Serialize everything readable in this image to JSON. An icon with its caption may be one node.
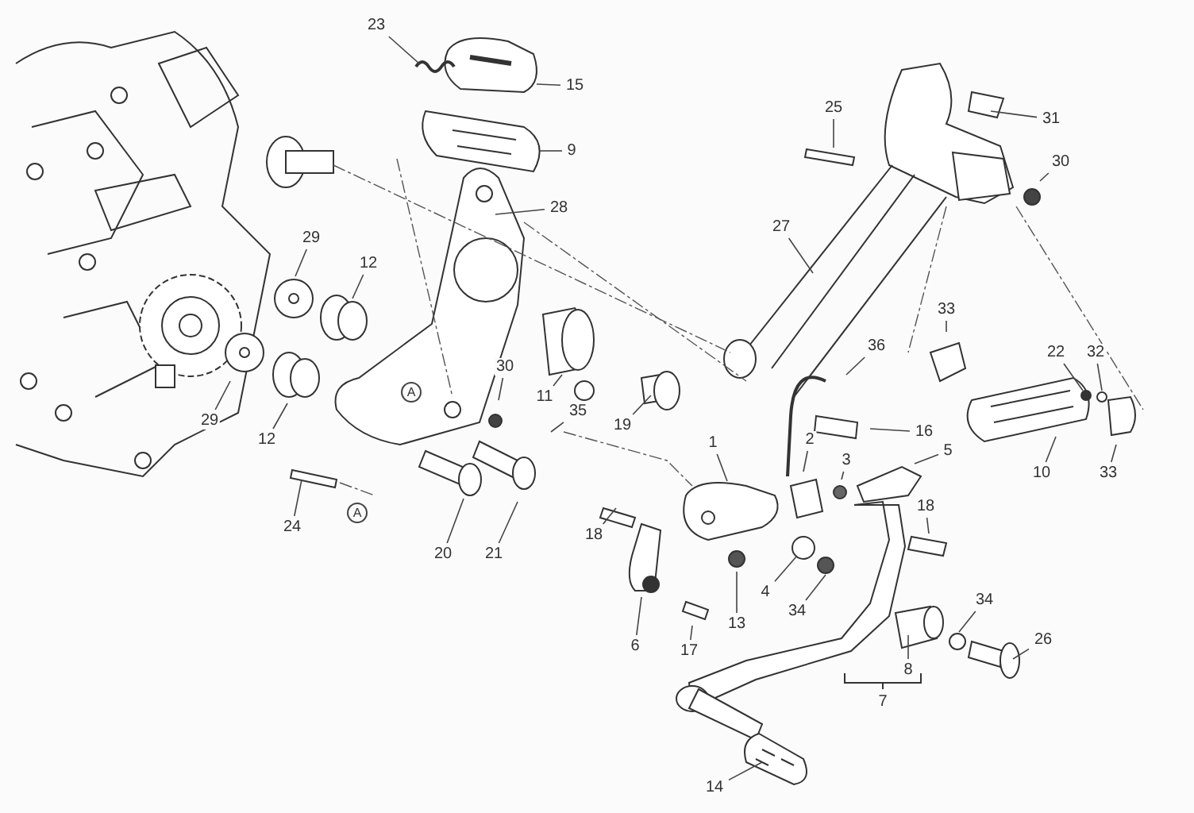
{
  "diagram": {
    "nodes": [
      {
        "text": [
          "23"
        ]
      },
      {
        "text": [
          "15"
        ]
      },
      {
        "text": [
          "25"
        ]
      },
      {
        "text": [
          "31"
        ]
      },
      {
        "text": [
          "9"
        ]
      },
      {
        "text": [
          "30"
        ]
      },
      {
        "text": [
          "28"
        ]
      },
      {
        "text": [
          "27"
        ]
      },
      {
        "text": [
          "29"
        ]
      },
      {
        "text": [
          "12"
        ]
      },
      {
        "text": [
          "33"
        ]
      },
      {
        "text": [
          "36"
        ]
      },
      {
        "text": [
          "22"
        ]
      },
      {
        "text": [
          "32"
        ]
      },
      {
        "text": [
          "30"
        ]
      },
      {
        "text": [
          "11"
        ]
      },
      {
        "text": [
          "35"
        ]
      },
      {
        "text": [
          "19"
        ]
      },
      {
        "text": [
          "29"
        ]
      },
      {
        "text": [
          "12"
        ]
      },
      {
        "text": [
          "16"
        ]
      },
      {
        "text": [
          "2"
        ]
      },
      {
        "text": [
          "1"
        ]
      },
      {
        "text": [
          "5"
        ]
      },
      {
        "text": [
          "3"
        ]
      },
      {
        "text": [
          "10"
        ]
      },
      {
        "text": [
          "33"
        ]
      },
      {
        "text": [
          "24"
        ]
      },
      {
        "text": [
          "18"
        ]
      },
      {
        "text": [
          "18"
        ]
      },
      {
        "text": [
          "20"
        ]
      },
      {
        "text": [
          "21"
        ]
      },
      {
        "text": [
          "4"
        ]
      },
      {
        "text": [
          "34"
        ]
      },
      {
        "text": [
          "34"
        ]
      },
      {
        "text": [
          "13"
        ]
      },
      {
        "text": [
          "26"
        ]
      },
      {
        "text": [
          "6"
        ]
      },
      {
        "text": [
          "17"
        ]
      },
      {
        "text": [
          "8"
        ]
      },
      {
        "text": [
          "14"
        ]
      }
    ],
    "edges": [
      {
        "from": 0,
        "to": null,
        "arrow": "none"
      },
      {
        "from": 1,
        "to": null,
        "arrow": "none"
      },
      {
        "from": 2,
        "to": null,
        "arrow": "none"
      },
      {
        "from": 3,
        "to": null,
        "arrow": "none"
      },
      {
        "from": 4,
        "to": null,
        "arrow": "none"
      },
      {
        "from": 5,
        "to": null,
        "arrow": "none"
      },
      {
        "from": 6,
        "to": null,
        "arrow": "none"
      },
      {
        "from": 7,
        "to": null,
        "arrow": "none"
      },
      {
        "from": 8,
        "to": null,
        "arrow": "none"
      },
      {
        "from": 9,
        "to": null,
        "arrow": "none"
      },
      {
        "from": 10,
        "to": null,
        "arrow": "none"
      },
      {
        "from": 11,
        "to": null,
        "arrow": "none"
      },
      {
        "from": 12,
        "to": null,
        "arrow": "none"
      },
      {
        "from": 13,
        "to": null,
        "arrow": "none"
      },
      {
        "from": 14,
        "to": null,
        "arrow": "none"
      },
      {
        "from": 15,
        "to": null,
        "arrow": "none"
      },
      {
        "from": 16,
        "to": null,
        "arrow": "none"
      },
      {
        "from": 17,
        "to": null,
        "arrow": "none"
      },
      {
        "from": 18,
        "to": null,
        "arrow": "none"
      },
      {
        "from": 19,
        "to": null,
        "arrow": "none"
      },
      {
        "from": 20,
        "to": null,
        "arrow": "none"
      },
      {
        "from": 21,
        "to": null,
        "arrow": "none"
      },
      {
        "from": 22,
        "to": null,
        "arrow": "none"
      },
      {
        "from": 23,
        "to": null,
        "arrow": "none"
      },
      {
        "from": 24,
        "to": null,
        "arrow": "none"
      },
      {
        "from": 25,
        "to": null,
        "arrow": "none"
      },
      {
        "from": 26,
        "to": null,
        "arrow": "none"
      },
      {
        "from": 27,
        "to": null,
        "arrow": "none"
      },
      {
        "from": 28,
        "to": null,
        "arrow": "none"
      },
      {
        "from": 29,
        "to": null,
        "arrow": "none"
      },
      {
        "from": 30,
        "to": null,
        "arrow": "none"
      },
      {
        "from": 31,
        "to": null,
        "arrow": "none"
      },
      {
        "from": 32,
        "to": null,
        "arrow": "none"
      },
      {
        "from": 33,
        "to": null,
        "arrow": "none"
      },
      {
        "from": 34,
        "to": null,
        "arrow": "none"
      },
      {
        "from": 35,
        "to": null,
        "arrow": "none"
      },
      {
        "from": 36,
        "to": null,
        "arrow": "none"
      },
      {
        "from": 37,
        "to": null,
        "arrow": "none"
      },
      {
        "from": 38,
        "to": null,
        "arrow": "none"
      },
      {
        "from": 39,
        "to": null,
        "arrow": "none"
      },
      {
        "from": 40,
        "to": null,
        "arrow": "none"
      }
    ],
    "labels": [
      "7",
      "A",
      "A"
    ]
  }
}
